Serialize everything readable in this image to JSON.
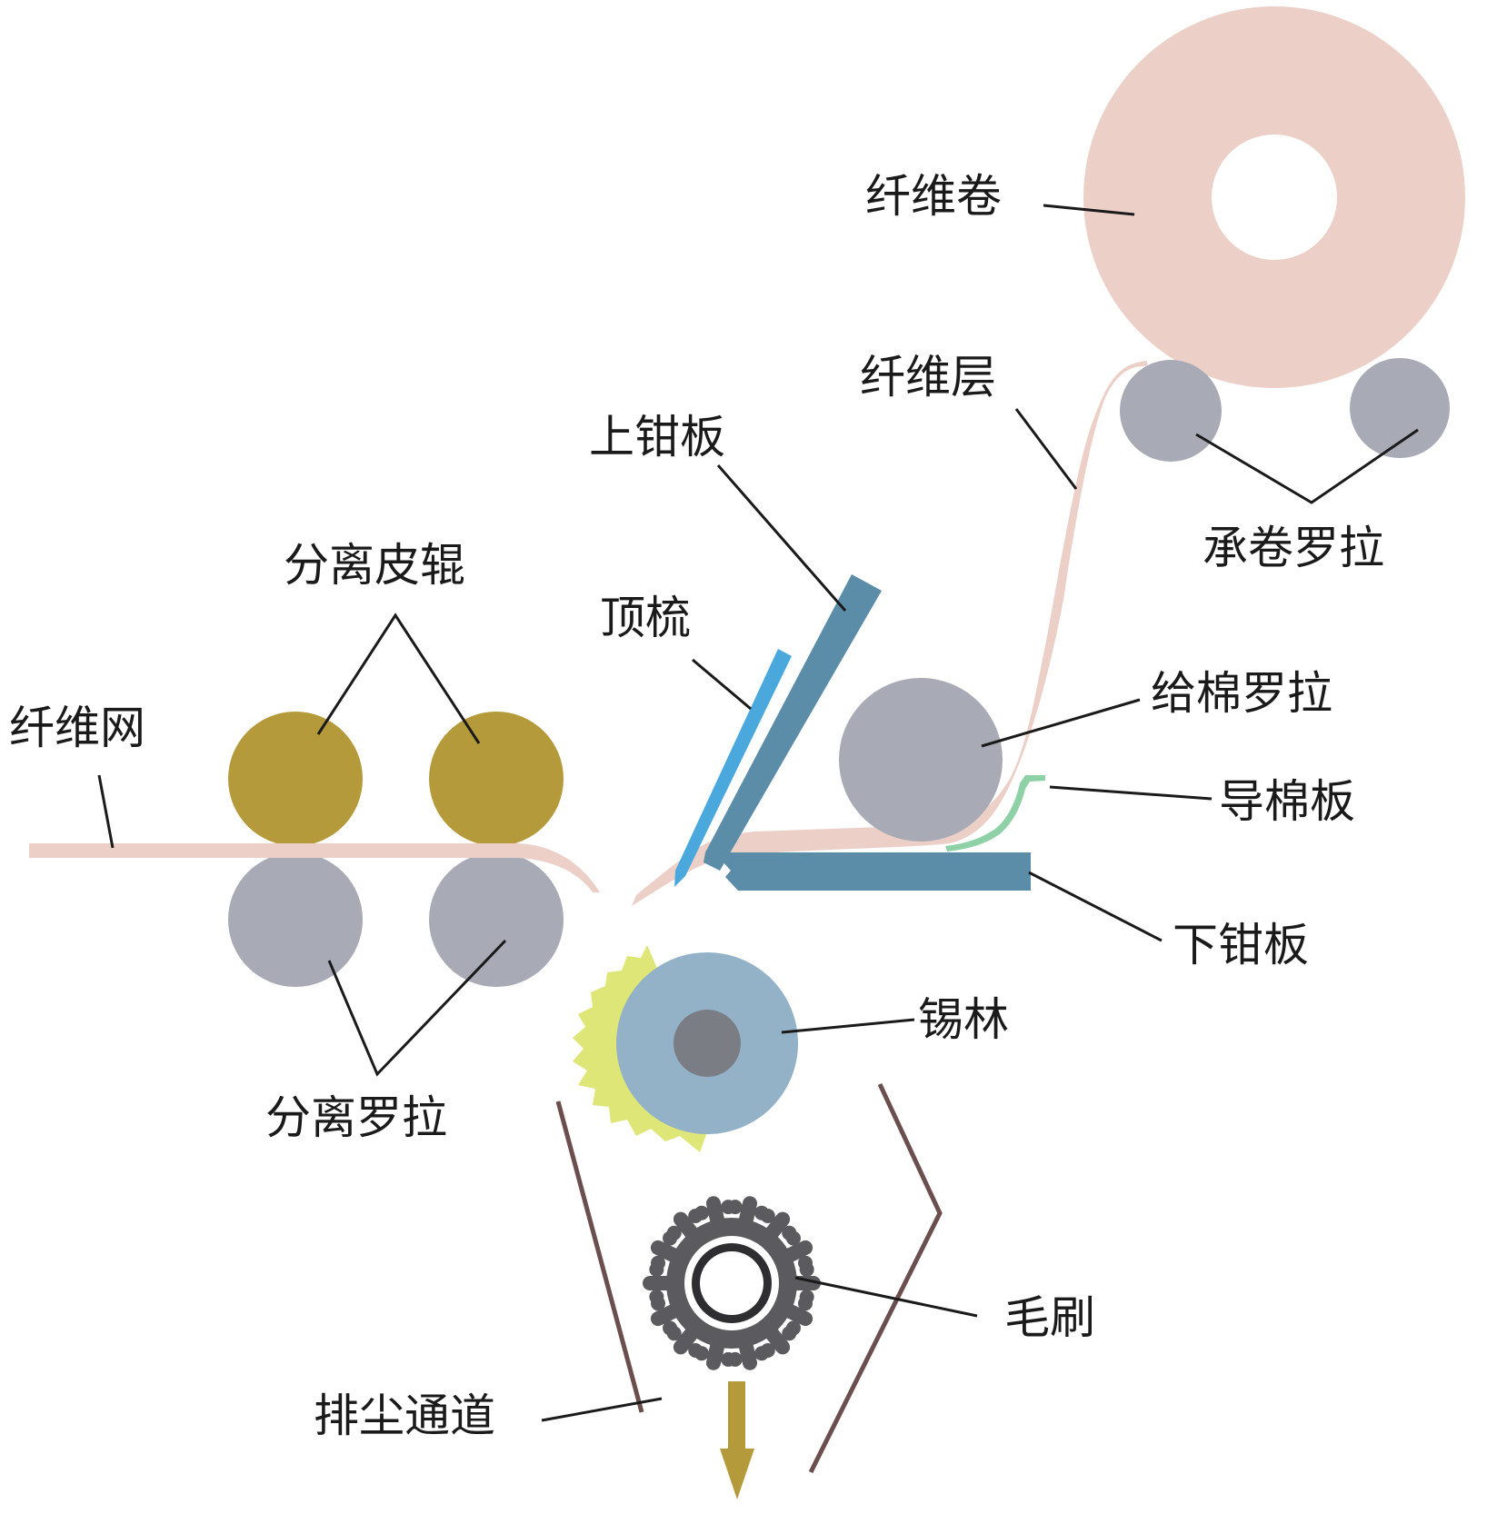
{
  "labels": {
    "fiber_lap": "纤维卷",
    "fiber_layer": "纤维层",
    "lap_rollers": "承卷罗拉",
    "top_nipper": "上钳板",
    "top_comb": "顶梳",
    "separating_top_rollers": "分离皮辊",
    "fiber_web": "纤维网",
    "feed_roller": "给棉罗拉",
    "guide_plate": "导棉板",
    "bottom_nipper": "下钳板",
    "cylinder": "锡林",
    "separating_rollers": "分离罗拉",
    "brush": "毛刷",
    "dust_channel": "排尘通道"
  },
  "colors": {
    "fiber": "#ecd0c8",
    "roller_gray": "#a8abb5",
    "leather_roller": "#b59a3c",
    "nipper": "#5b8ca8",
    "top_comb": "#4aa8dc",
    "guide_plate": "#8fd1a6",
    "cylinder": "#93b2c8",
    "cylinder_hub": "#7b7d85",
    "cylinder_teeth": "#dde676",
    "brush": "#5b5b5f",
    "channel": "#6b4e4e",
    "arrow": "#b59a3c",
    "leader": "#1a1a1a"
  }
}
